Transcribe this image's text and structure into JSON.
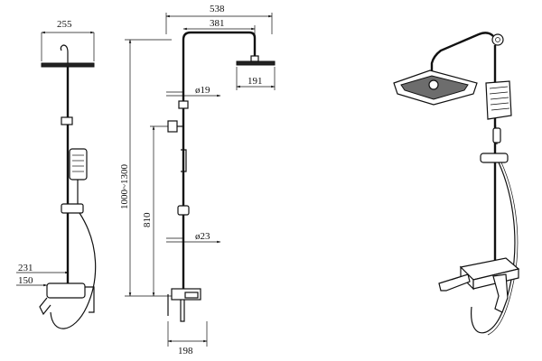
{
  "dimensions": {
    "head_width": "255",
    "overall_width": "538",
    "arm_length": "381",
    "head_offset": "191",
    "upper_pipe_dia": "ø19",
    "height_range": "1000~1300",
    "lower_height": "810",
    "lower_pipe_dia": "ø23",
    "valve_offset_a": "231",
    "valve_offset_b": "150",
    "valve_width": "198"
  },
  "views": [
    "side-view",
    "front-view",
    "perspective-view"
  ]
}
